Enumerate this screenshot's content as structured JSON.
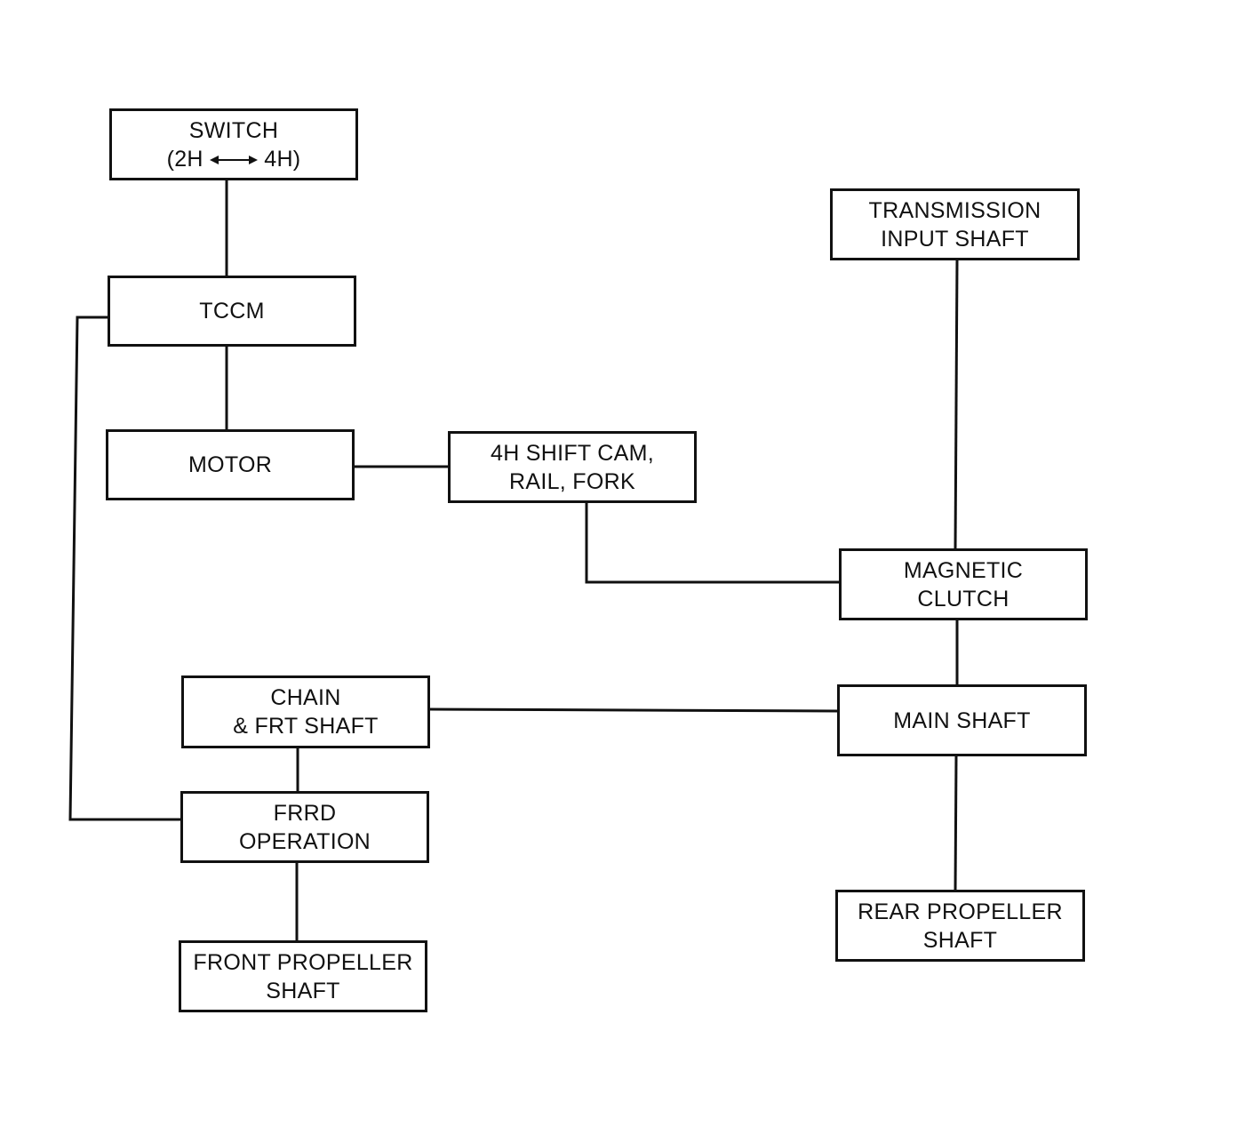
{
  "diagram": {
    "nodes": {
      "switch": {
        "line1": "SWITCH",
        "line2_left": "(2H",
        "line2_right": "4H)"
      },
      "tccm": {
        "label": "TCCM"
      },
      "motor": {
        "label": "MOTOR"
      },
      "shift_cam": {
        "line1": "4H SHIFT CAM,",
        "line2": "RAIL, FORK"
      },
      "transmission_input": {
        "line1": "TRANSMISSION",
        "line2": "INPUT SHAFT"
      },
      "magnetic_clutch": {
        "line1": "MAGNETIC",
        "line2": "CLUTCH"
      },
      "chain_frt_shaft": {
        "line1": "CHAIN",
        "line2": "& FRT SHAFT"
      },
      "main_shaft": {
        "label": "MAIN SHAFT"
      },
      "frrd_operation": {
        "line1": "FRRD",
        "line2": "OPERATION"
      },
      "front_propeller": {
        "line1": "FRONT PROPELLER",
        "line2": "SHAFT"
      },
      "rear_propeller": {
        "line1": "REAR PROPELLER",
        "line2": "SHAFT"
      }
    },
    "connections": [
      {
        "from": "switch",
        "to": "tccm"
      },
      {
        "from": "tccm",
        "to": "motor"
      },
      {
        "from": "tccm",
        "to": "frrd_operation"
      },
      {
        "from": "motor",
        "to": "shift_cam"
      },
      {
        "from": "shift_cam",
        "to": "magnetic_clutch"
      },
      {
        "from": "transmission_input",
        "to": "magnetic_clutch"
      },
      {
        "from": "magnetic_clutch",
        "to": "main_shaft"
      },
      {
        "from": "main_shaft",
        "to": "chain_frt_shaft"
      },
      {
        "from": "main_shaft",
        "to": "rear_propeller"
      },
      {
        "from": "chain_frt_shaft",
        "to": "frrd_operation"
      },
      {
        "from": "frrd_operation",
        "to": "front_propeller"
      }
    ],
    "colors": {
      "line": "#111111",
      "background": "#ffffff"
    }
  }
}
